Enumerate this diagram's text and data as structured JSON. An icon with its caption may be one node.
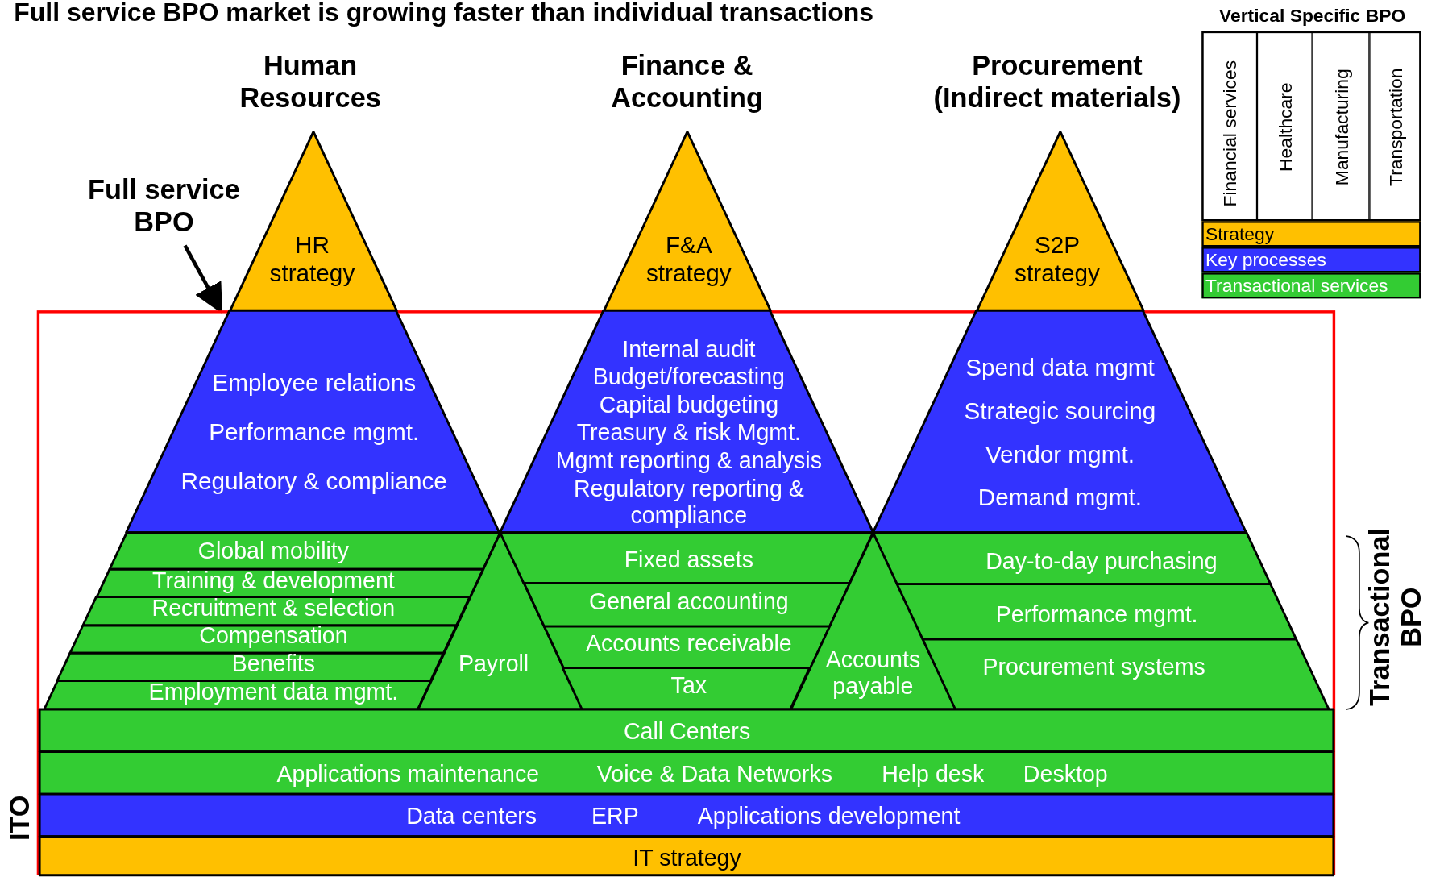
{
  "diagram": {
    "title": "Full service BPO market is growing faster than individual transactions",
    "nodes": [
      {
        "text": [
          "Full service BPO"
        ]
      },
      {
        "text": [],
        "shape": "box"
      },
      {
        "text": [
          "HR strategy"
        ]
      },
      {
        "text": [
          "F&A strategy"
        ]
      },
      {
        "text": [
          "S2P strategy"
        ]
      },
      {
        "text": [
          "Employee relations",
          "Performance mgmt.",
          "Regulatory & compliance"
        ],
        "in": 1
      },
      {
        "text": [
          "Internal audit",
          "Budget/forecasting",
          "Capital budgeting",
          "Treasury & risk Mgmt.",
          "Mgmt reporting & analysis",
          "Regulatory reporting & compliance"
        ],
        "in": 1
      },
      {
        "text": [
          "Spend data mgmt",
          "Strategic sourcing",
          "Vendor mgmt.",
          "Demand mgmt."
        ],
        "in": 1
      },
      {
        "text": [
          "Global mobility"
        ],
        "in": 1
      },
      {
        "text": [
          "Training & development"
        ],
        "in": 1
      },
      {
        "text": [
          "Recruitment & selection"
        ],
        "in": 1
      },
      {
        "text": [
          "Compensation"
        ],
        "in": 1
      },
      {
        "text": [
          "Benefits"
        ],
        "in": 1
      },
      {
        "text": [
          "Employment data mgmt."
        ],
        "in": 1
      },
      {
        "text": [
          "Payroll"
        ],
        "in": 1
      },
      {
        "text": [
          "Fixed assets"
        ],
        "in": 1
      },
      {
        "text": [
          "General accounting"
        ],
        "in": 1
      },
      {
        "text": [
          "Accounts receivable"
        ],
        "in": 1
      },
      {
        "text": [
          "Tax"
        ],
        "in": 1
      },
      {
        "text": [
          "Accounts payable"
        ],
        "in": 1
      },
      {
        "text": [
          "Day-to-day purchasing"
        ],
        "in": 1
      },
      {
        "text": [
          "Performance mgmt."
        ],
        "in": 1
      },
      {
        "text": [
          "Procurement systems"
        ],
        "in": 1
      },
      {
        "text": [
          "Call Centers"
        ],
        "in": 1
      },
      {
        "text": [
          "Applications maintenance",
          "Voice & Data Networks",
          "Help desk",
          "Desktop"
        ],
        "in": 1
      },
      {
        "text": [
          "Data centers",
          "ERP",
          "Applications development"
        ],
        "in": 1
      },
      {
        "text": [
          "IT strategy"
        ],
        "in": 1
      }
    ],
    "edges": [
      {
        "from": 0,
        "to": 1,
        "arrow": "to"
      }
    ],
    "labels": [
      "Vertical Specific BPO",
      "Human Resources",
      "Finance & Accounting",
      "Procurement (Indirect materials)",
      "Financial services",
      "Healthcare",
      "Manufacturing",
      "Transportation",
      "Transactional BPO",
      "ITO"
    ],
    "legend": [
      {
        "text": "Strategy",
        "color": "#ffc000"
      },
      {
        "text": "Key processes",
        "color": "#3333ff"
      },
      {
        "text": "Transactional services",
        "color": "#33cc33"
      }
    ]
  }
}
